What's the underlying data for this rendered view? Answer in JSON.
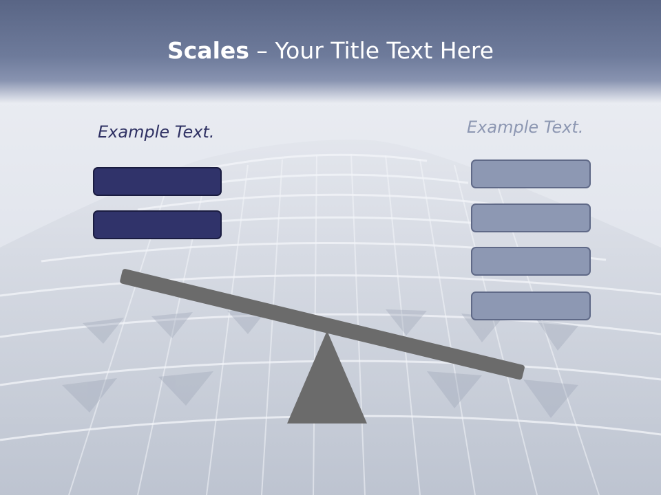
{
  "slide": {
    "title_bold": "Scales",
    "title_rest": " – Your Title Text Here",
    "left_label": "Example Text.",
    "right_label": "Example Text."
  },
  "left_boxes": [
    "",
    ""
  ],
  "right_boxes": [
    "",
    "",
    "",
    ""
  ],
  "colors": {
    "header": "#5f6b8b",
    "dark_box": "#30336a",
    "light_box": "#8d98b3",
    "scale": "#6b6b6b"
  }
}
